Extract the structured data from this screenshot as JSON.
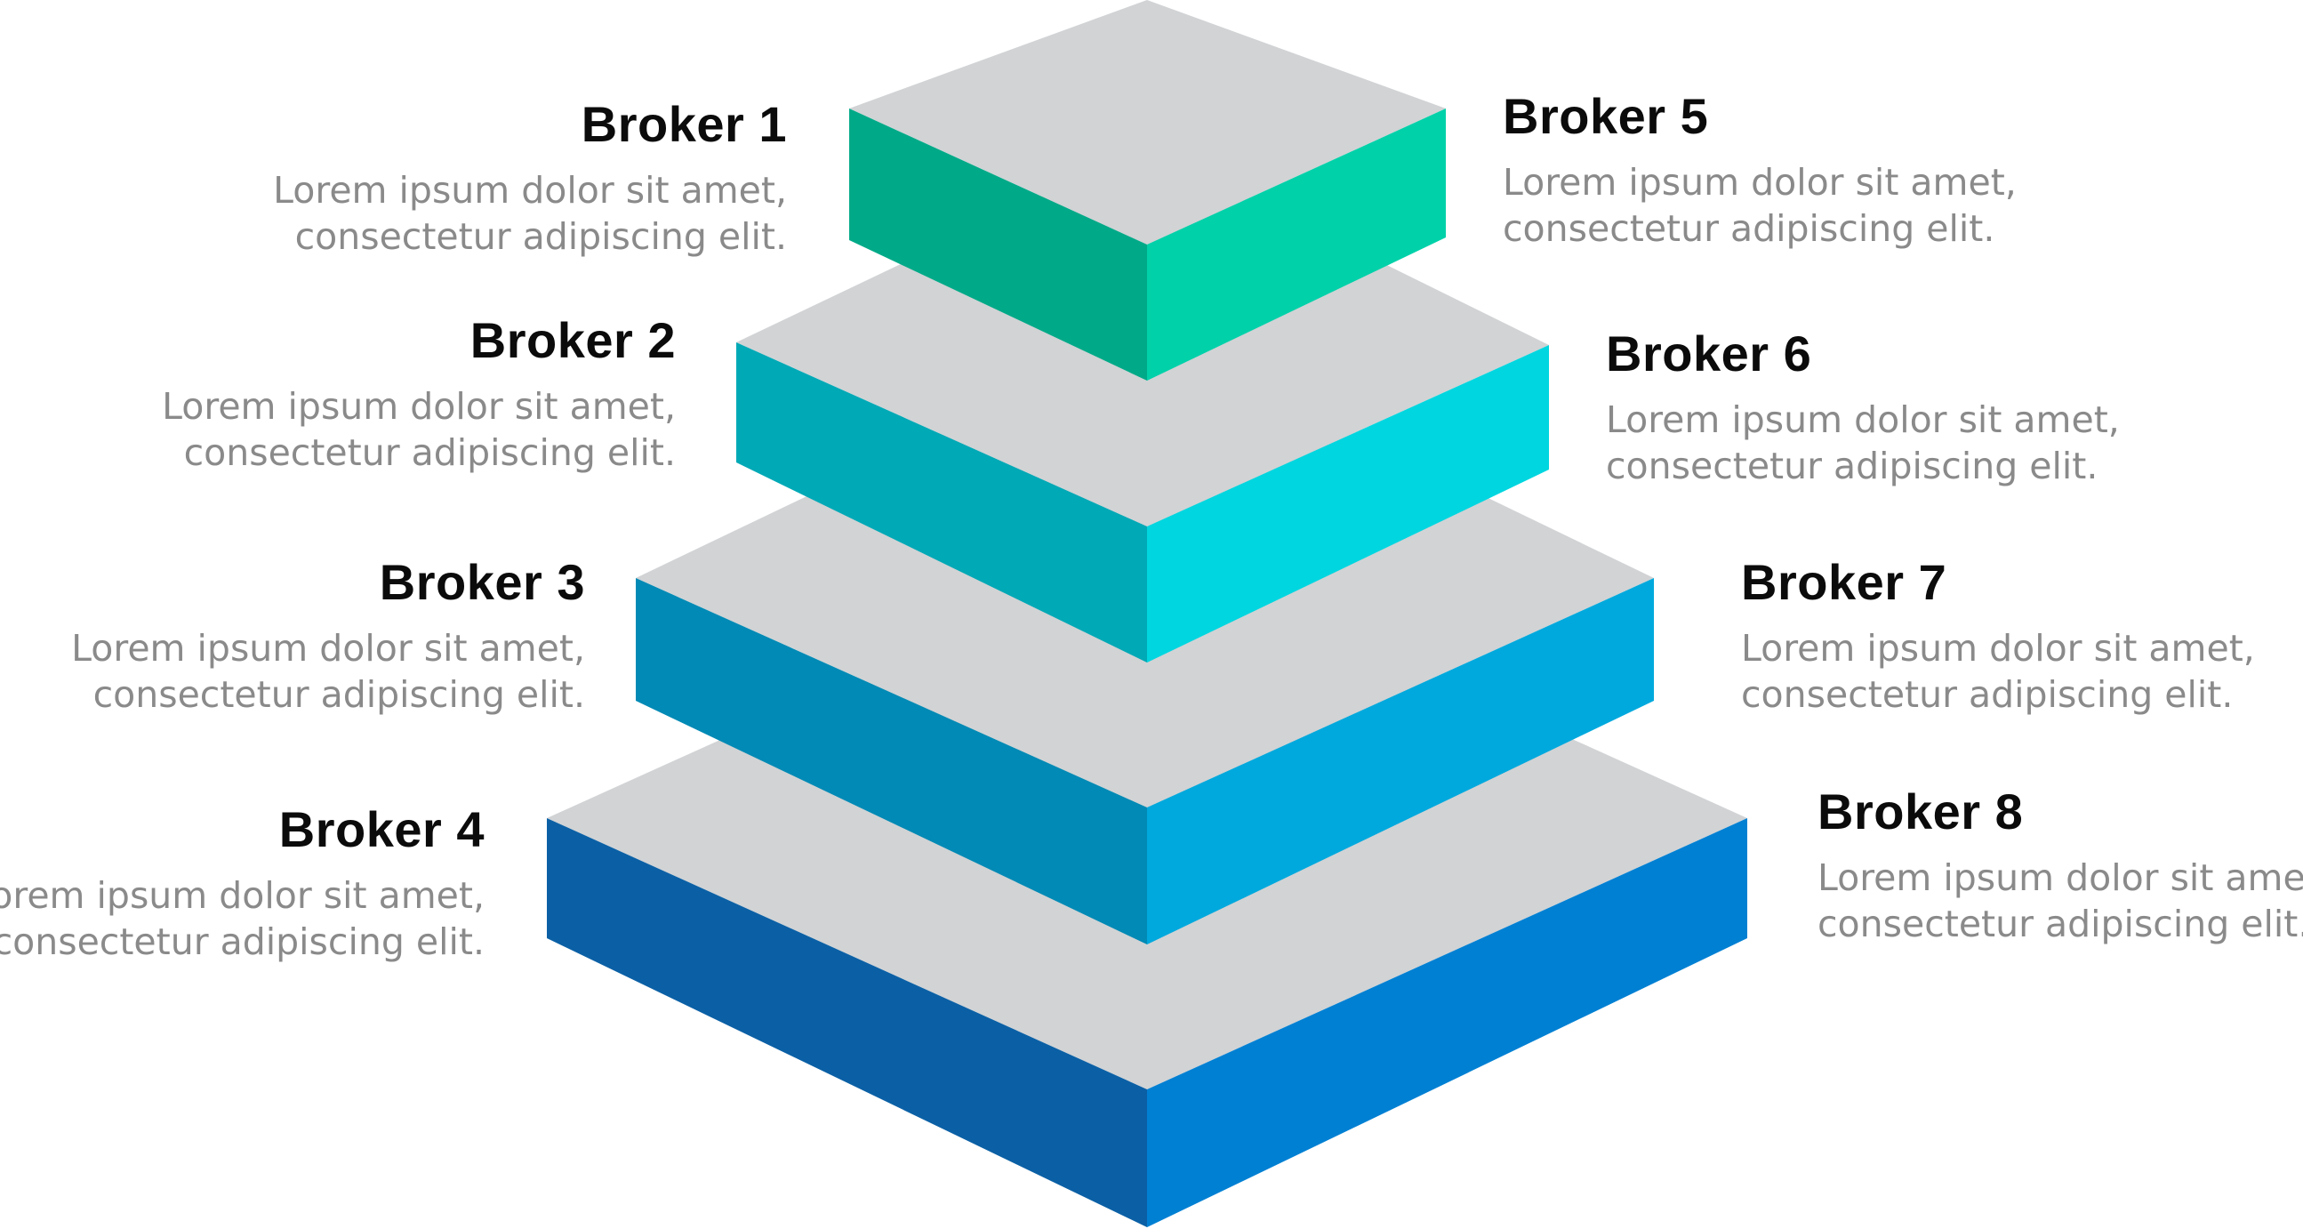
{
  "diagram": {
    "top_face_color": "#d1d3d5",
    "levels": [
      {
        "left_color": "#00aa88",
        "right_color": "#00d1a9"
      },
      {
        "left_color": "#00a9b6",
        "right_color": "#00d6df"
      },
      {
        "left_color": "#008ab5",
        "right_color": "#00a9dd"
      },
      {
        "left_color": "#0b60a5",
        "right_color": "#0080d3"
      }
    ]
  },
  "brokers": [
    {
      "title": "Broker 1",
      "line1": "Lorem ipsum dolor sit amet,",
      "line2": "consectetur adipiscing elit."
    },
    {
      "title": "Broker 2",
      "line1": "Lorem ipsum dolor sit amet,",
      "line2": "consectetur adipiscing elit."
    },
    {
      "title": "Broker 3",
      "line1": "Lorem ipsum dolor sit amet,",
      "line2": "consectetur adipiscing elit."
    },
    {
      "title": "Broker 4",
      "line1": "Lorem ipsum dolor sit amet,",
      "line2": "consectetur adipiscing elit."
    },
    {
      "title": "Broker 5",
      "line1": "Lorem ipsum dolor sit amet,",
      "line2": "consectetur adipiscing elit."
    },
    {
      "title": "Broker 6",
      "line1": "Lorem ipsum dolor sit amet,",
      "line2": "consectetur adipiscing elit."
    },
    {
      "title": "Broker 7",
      "line1": "Lorem ipsum dolor sit amet,",
      "line2": "consectetur adipiscing elit."
    },
    {
      "title": "Broker 8",
      "line1": "Lorem ipsum dolor sit amet,",
      "line2": "consectetur adipiscing elit."
    }
  ]
}
